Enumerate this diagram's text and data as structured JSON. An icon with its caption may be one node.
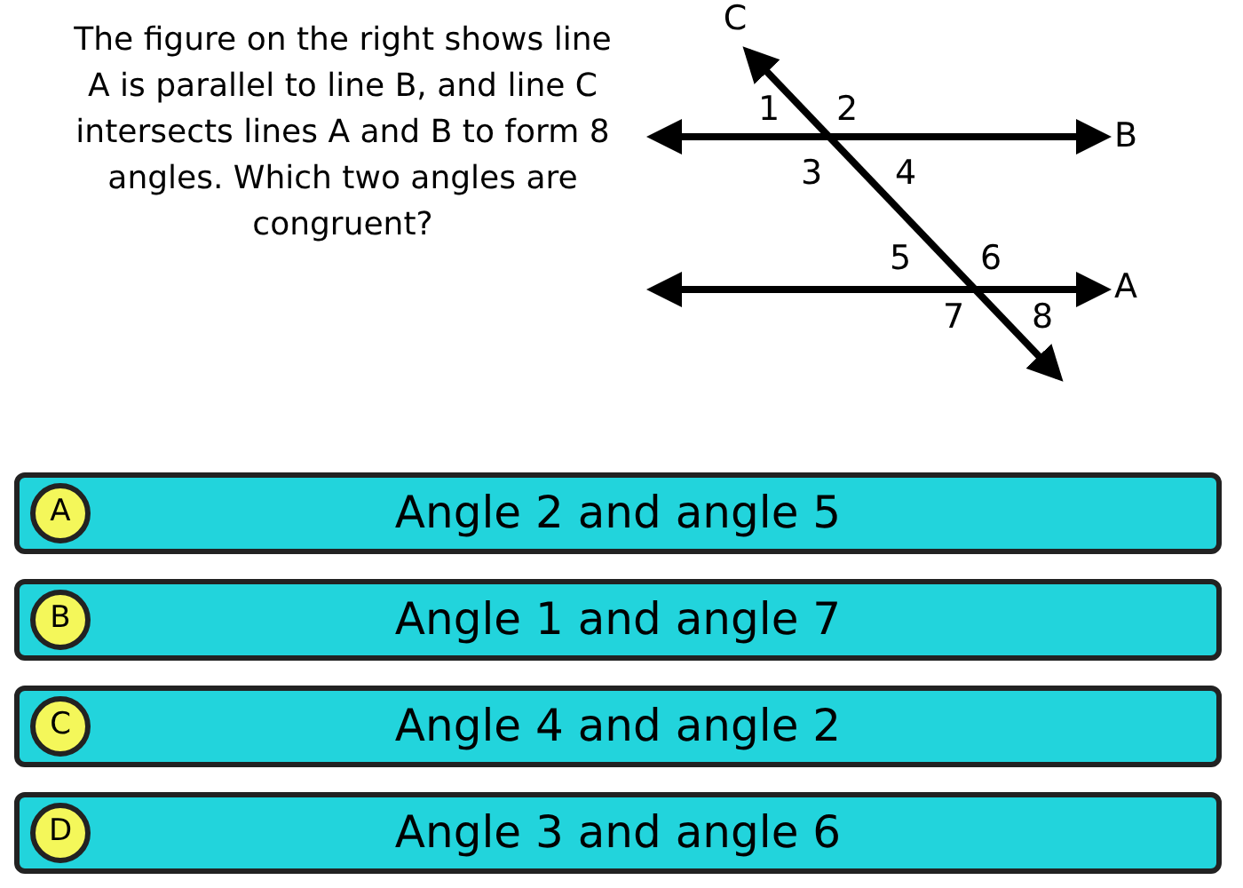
{
  "diagram": {
    "nodes": [
      {
        "text": [
          "Angle 2 and angle 5"
        ]
      },
      {
        "text": [
          "A"
        ],
        "in": 0
      },
      {
        "text": [
          "Angle 1 and angle 7"
        ]
      },
      {
        "text": [
          "B"
        ],
        "in": 2
      },
      {
        "text": [
          "Angle 4 and angle 2"
        ]
      },
      {
        "text": [
          "C"
        ],
        "in": 4
      },
      {
        "text": [
          "Angle 3 and angle 6"
        ]
      },
      {
        "text": [
          "D"
        ],
        "in": 6
      }
    ],
    "labels": [
      "The figure on the right shows line A is parallel to line B, and line C intersects lines A and B to form 8 angles. Which two angles are congruent?",
      "C",
      "1",
      "2",
      "B",
      "3",
      "4",
      "5",
      "6",
      "A",
      "7",
      "8"
    ]
  }
}
